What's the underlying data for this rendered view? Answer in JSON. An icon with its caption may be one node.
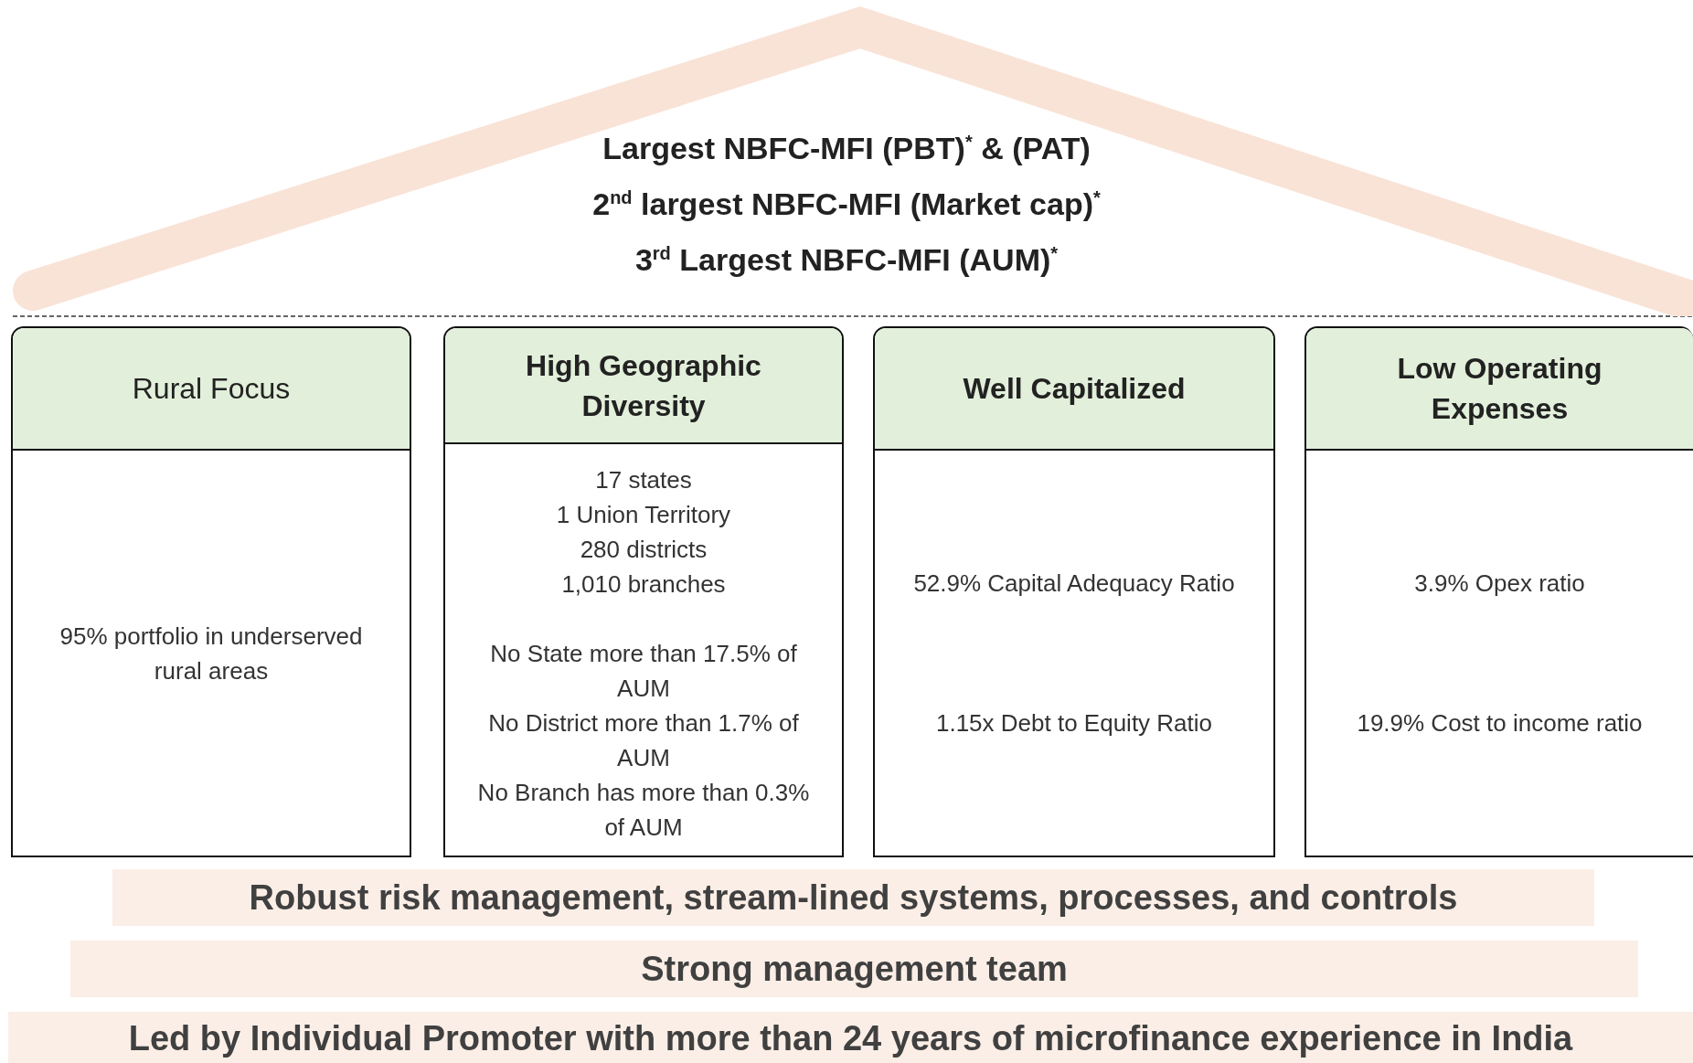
{
  "diagram": {
    "nodes": [
      {
        "text": [
          "Largest NBFC-MFI (PBT)$^{*}$ & (PAT)",
          "2$^{nd}$ largest NBFC-MFI (Market cap)$^{*}$",
          "3$^{rd}$ Largest NBFC-MFI (AUM)$^{*}$"
        ]
      },
      {
        "text": [
          "Rural Focus",
          "95% portfolio in underserved rural areas"
        ]
      },
      {
        "text": [
          "High Geographic Diversity",
          "17 states",
          "1 Union Territory",
          "280 districts",
          "1,010 branches",
          "No State more than 17.5% of AUM",
          "No District more than 1.7% of AUM",
          "No Branch has more than 0.3% of AUM"
        ]
      },
      {
        "text": [
          "Well Capitalized",
          "52.9% Capital Adequacy Ratio",
          "1.15x Debt to Equity Ratio"
        ]
      },
      {
        "text": [
          "Low Operating Expenses",
          "3.9% Opex ratio",
          "19.9% Cost to income ratio"
        ]
      },
      {
        "text": [
          "Robust risk management, stream-lined systems, processes, and controls"
        ]
      },
      {
        "text": [
          "Strong management team"
        ]
      },
      {
        "text": [
          "Led by Individual Promoter with more than 24 years of microfinance experience in India"
        ]
      }
    ],
    "edges": []
  }
}
